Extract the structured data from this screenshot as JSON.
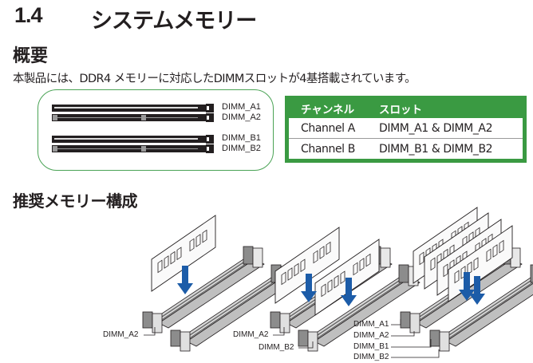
{
  "section": {
    "number": "1.4",
    "title": "システムメモリー"
  },
  "overview": {
    "heading": "概要",
    "text": "本製品には、DDR4 メモリーに対応したDIMMスロットが4基搭載されています。"
  },
  "slot_diagram": {
    "slots": [
      "DIMM_A1",
      "DIMM_A2",
      "DIMM_B1",
      "DIMM_B2"
    ]
  },
  "channel_table": {
    "headers": [
      "チャンネル",
      "スロット"
    ],
    "rows": [
      [
        "Channel A",
        "DIMM_A1 & DIMM_A2"
      ],
      [
        "Channel B",
        "DIMM_B1 & DIMM_B2"
      ]
    ],
    "accent_color": "#3a9a42"
  },
  "recommended": {
    "heading": "推奨メモリー構成",
    "configs": [
      {
        "labels": [
          "DIMM_A2"
        ]
      },
      {
        "labels": [
          "DIMM_A2",
          "DIMM_B2"
        ]
      },
      {
        "labels": [
          "DIMM_A1",
          "DIMM_A2",
          "DIMM_B1",
          "DIMM_B2"
        ]
      }
    ],
    "arrow_color": "#1c5ca8"
  }
}
